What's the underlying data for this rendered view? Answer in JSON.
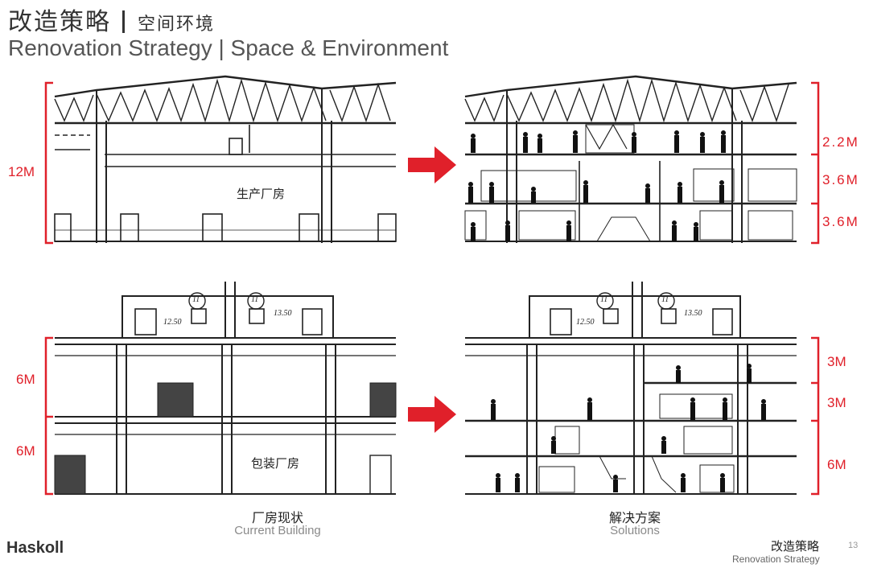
{
  "header": {
    "title_cn": "改造策略",
    "subtitle_cn": "空间环境",
    "title_en": "Renovation Strategy | Space & Environment"
  },
  "top_left": {
    "dimension": "12M",
    "room_label": "生产厂房"
  },
  "top_right": {
    "dimensions": [
      "2.2M",
      "3.6M",
      "3.6M"
    ]
  },
  "bottom_left": {
    "dimensions": [
      "6M",
      "6M"
    ],
    "room_label": "包装厂房",
    "level_marks": [
      "12.50",
      "13.50"
    ],
    "axis_label": "11"
  },
  "bottom_right": {
    "dimensions": [
      "3M",
      "3M",
      "6M"
    ],
    "level_marks": [
      "12.50",
      "13.50"
    ],
    "axis_label": "11"
  },
  "captions": {
    "left_cn": "厂房现状",
    "left_en": "Current Building",
    "right_cn": "解决方案",
    "right_en": "Solutions"
  },
  "footer": {
    "logo": "Haskoll",
    "section_cn": "改造策略",
    "section_en": "Renovation Strategy",
    "page": "13"
  },
  "colors": {
    "accent": "#e0202a",
    "line": "#222222"
  }
}
